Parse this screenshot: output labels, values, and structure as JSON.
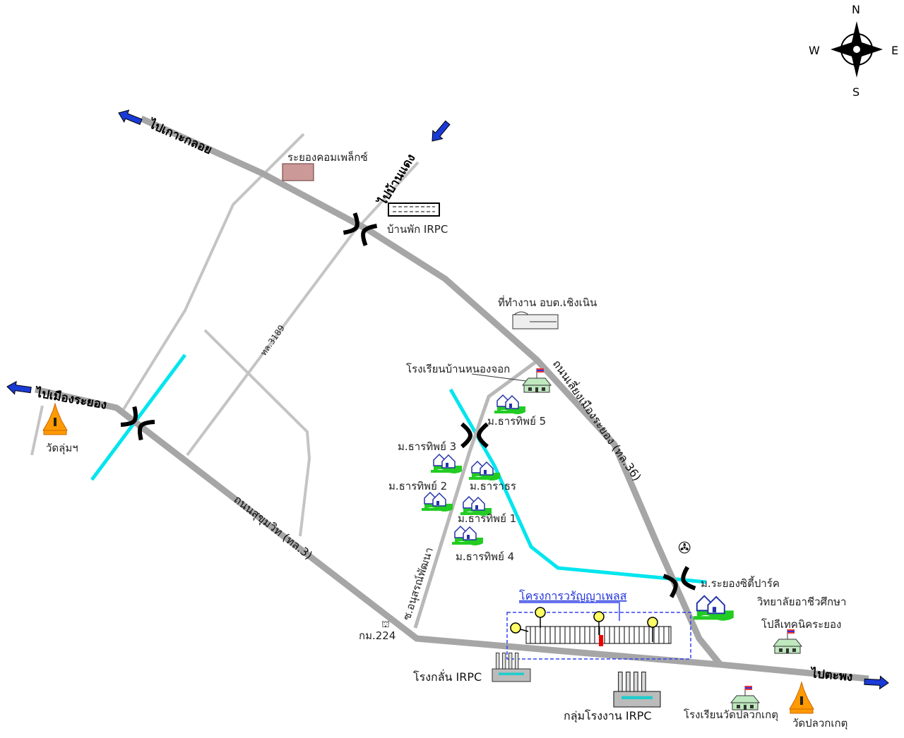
{
  "compass": {
    "n": "N",
    "s": "S",
    "e": "E",
    "w": "W"
  },
  "directions": {
    "ko_kloi": "ไปเกาะกลอย",
    "ban_daeng": "ไปบ้านแดง",
    "mueang_rayong": "ไปเมืองระยอง",
    "ta_phong": "ไปตะพง"
  },
  "roads": {
    "bypass": "ถนนเลี่ยงเมืองระยอง (ทล.36)",
    "sukhumvit": "ถนนสุขุมวิท (ทล.3)",
    "route3189": "ทล.3189",
    "anusarn": "ซ.อนุสรณ์พัฒนา",
    "km": "กม.224"
  },
  "places": {
    "rayong_complex": "ระยองคอมเพล็กซ์",
    "irpc_housing": "บ้านพัก IRPC",
    "obt_office": "ที่ทำงาน อบต.เชิงเนิน",
    "school_nong_chok": "โรงเรียนบ้านหนองจอก",
    "wat_lum": "วัดลุ่มฯ",
    "tharathip5": "ม.ธารทิพย์ 5",
    "tharathip3": "ม.ธารทิพย์ 3",
    "tharathip2": "ม.ธารทิพย์ 2",
    "tharathorn": "ม.ธาราธร",
    "tharathip1": "ม.ธารทิพย์ 1",
    "tharathip4": "ม.ธารทิพย์ 4",
    "city_park": "ม.ระยองซิตี้ปาร์ค",
    "college_line1": "วิทยาลัยอาชีวศึกษา",
    "college_line2": "โปลีเทคนิคระยอง",
    "project": "โครงการวรัญญาเพลส",
    "refinery": "โรงกลั่น IRPC",
    "plant_group": "กลุ่มโรงงาน IRPC",
    "school_wat_pluak": "โรงเรียนวัดปลวกเกตุ",
    "wat_pluak": "วัดปลวกเกตุ"
  },
  "colors": {
    "road": "#a6a6a6",
    "minor_road": "#c4c4c4",
    "canal": "#00e5ee",
    "arrow": "#1a3ad6",
    "project": "#3344ee",
    "green": "#22cc22"
  }
}
